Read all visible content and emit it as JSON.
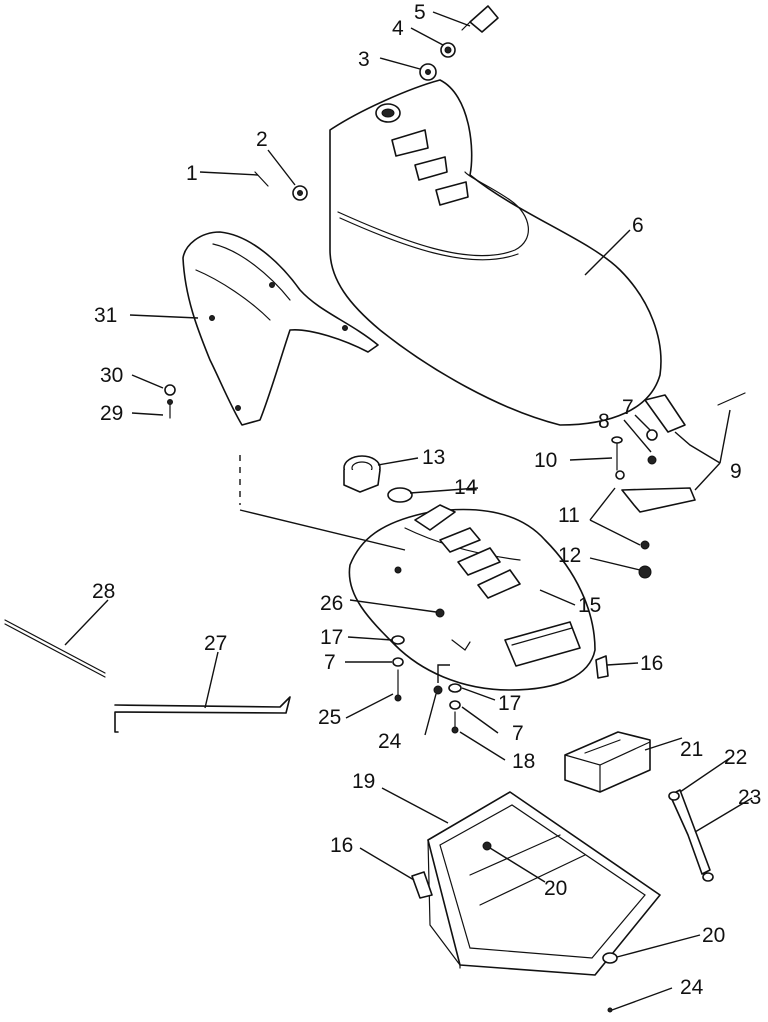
{
  "callouts": {
    "c1": "1",
    "c2": "2",
    "c3": "3",
    "c4": "4",
    "c5": "5",
    "c6": "6",
    "c7a": "7",
    "c7b": "7",
    "c7c": "7",
    "c8": "8",
    "c9": "9",
    "c10": "10",
    "c11": "11",
    "c12": "12",
    "c13": "13",
    "c14": "14",
    "c15": "15",
    "c16a": "16",
    "c16b": "16",
    "c17a": "17",
    "c17b": "17",
    "c18": "18",
    "c19": "19",
    "c20a": "20",
    "c20b": "20",
    "c21": "21",
    "c22": "22",
    "c23": "23",
    "c24a": "24",
    "c24b": "24",
    "c25": "25",
    "c26": "26",
    "c27": "27",
    "c28": "28",
    "c29": "29",
    "c30": "30",
    "c31": "31"
  }
}
